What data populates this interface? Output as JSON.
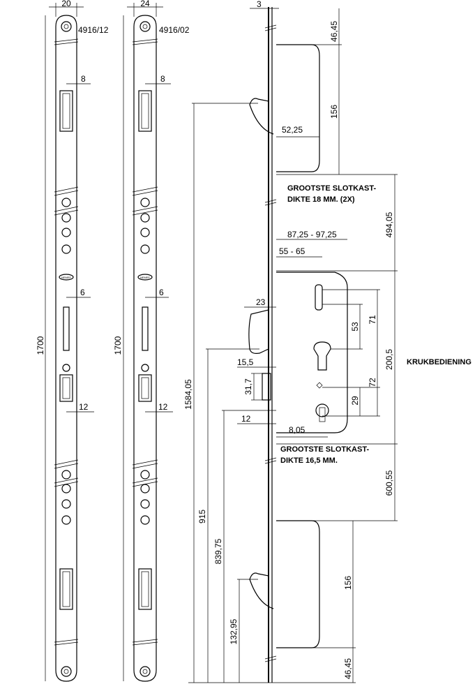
{
  "strip_a": {
    "model": "4916/12",
    "width": "20",
    "latch_offset": "8",
    "bolt_offset": "6",
    "lower_offset": "12",
    "length": "1700"
  },
  "strip_b": {
    "model": "4916/02",
    "width": "24",
    "latch_offset": "8",
    "bolt_offset": "6",
    "lower_offset": "12",
    "length": "1700"
  },
  "brand_label": "NEMEF",
  "side_view": {
    "faceplate_thickness": "3",
    "top_offset": "46,45",
    "top_hook_spacing": "156",
    "hook_depth": "52,25",
    "upper_case_note_line1": "GROOTSTE SLOTKAST-",
    "upper_case_note_line2": "DIKTE 18 MM. (2X)",
    "upper_case_length": "494,05",
    "backset_range": "87,25 - 97,25",
    "backset_short": "55 - 65",
    "latch_projection": "23",
    "spindle_to_cylinder": "53",
    "spindle_to_top": "71",
    "main_case_length": "200,5",
    "operation_label": "KRUKBEDIENING",
    "deadbolt_offset": "15,5",
    "deadbolt_height": "31,7",
    "cylinder_to_lower": "72",
    "lower_offset_29": "29",
    "lower_backset_12": "12",
    "lower_backset_805": "8,05",
    "lower_case_note_line1": "GROOTSTE SLOTKAST-",
    "lower_case_note_line2": "DIKTE 16,5 MM.",
    "lower_case_length": "600,55",
    "bottom_hook_spacing": "156",
    "bottom_offset": "46,45",
    "height_total": "1584,05",
    "height_handle": "915",
    "height_lower": "839,75",
    "height_bottom_hook": "132,95"
  }
}
